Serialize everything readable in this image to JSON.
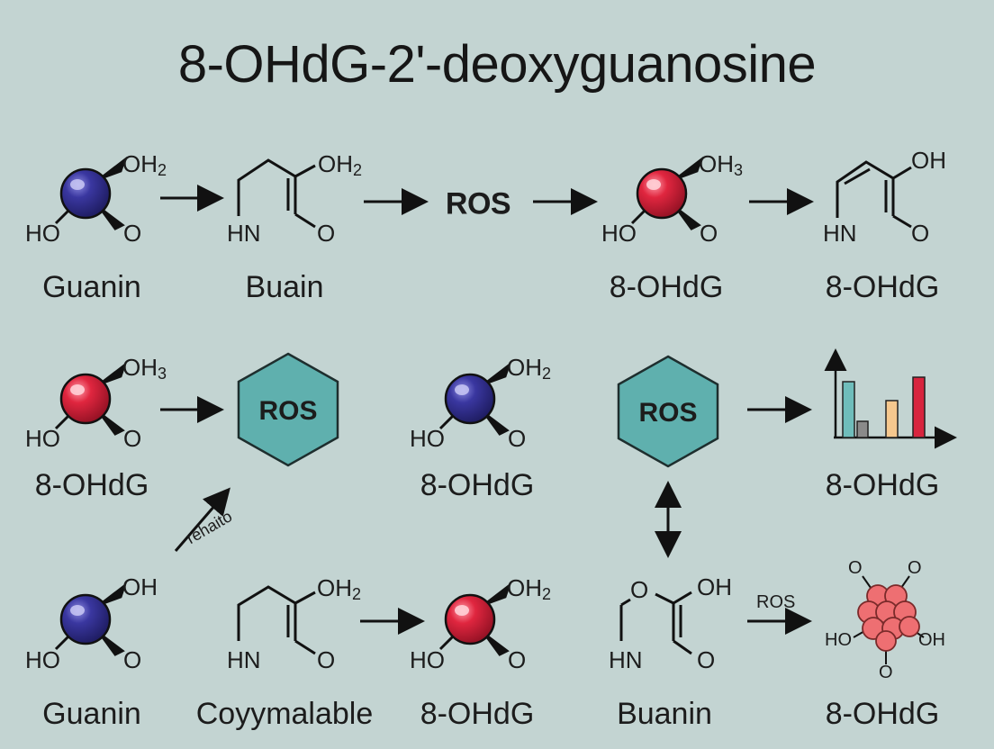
{
  "title": "8-OHdG-2'-deoxyguanosine",
  "labels": {
    "r1c1": "Guanin",
    "r1c2": "Buain",
    "r1c4": "8-OHdG",
    "r1c5": "8-OHdG",
    "r2c1": "8-OHdG",
    "r2c3": "8-OHdG",
    "r2c5": "8-OHdG",
    "r3c1": "Guanin",
    "r3c2": "Coyymalable",
    "r3c3": "8-OHdG",
    "r3c4": "Buanin",
    "r3c5": "8-OHdG"
  },
  "atoms": {
    "oh": "OH",
    "ho": "HO",
    "o": "O",
    "hn": "HN",
    "sub2": "2",
    "sub3": "3"
  },
  "ros": {
    "top": "ROS",
    "hex1": "ROS",
    "hex2": "ROS",
    "small": "ROS"
  },
  "arrow_note": "rehaito",
  "colors": {
    "background": "#c3d4d2",
    "blue_atom": "#2e2b86",
    "red_atom": "#d8243e",
    "hexagon": "#5fb0ae",
    "cluster": "#ee6f72",
    "bar_teal": "#6fbdbb",
    "bar_gray": "#8a8a8a",
    "bar_peach": "#f6c88e",
    "bar_red": "#d8243e"
  },
  "chart_data": {
    "type": "bar",
    "categories": [
      "",
      "",
      "",
      ""
    ],
    "values": [
      0.62,
      0.18,
      0.41,
      0.67
    ],
    "ylim": [
      0,
      1
    ]
  }
}
